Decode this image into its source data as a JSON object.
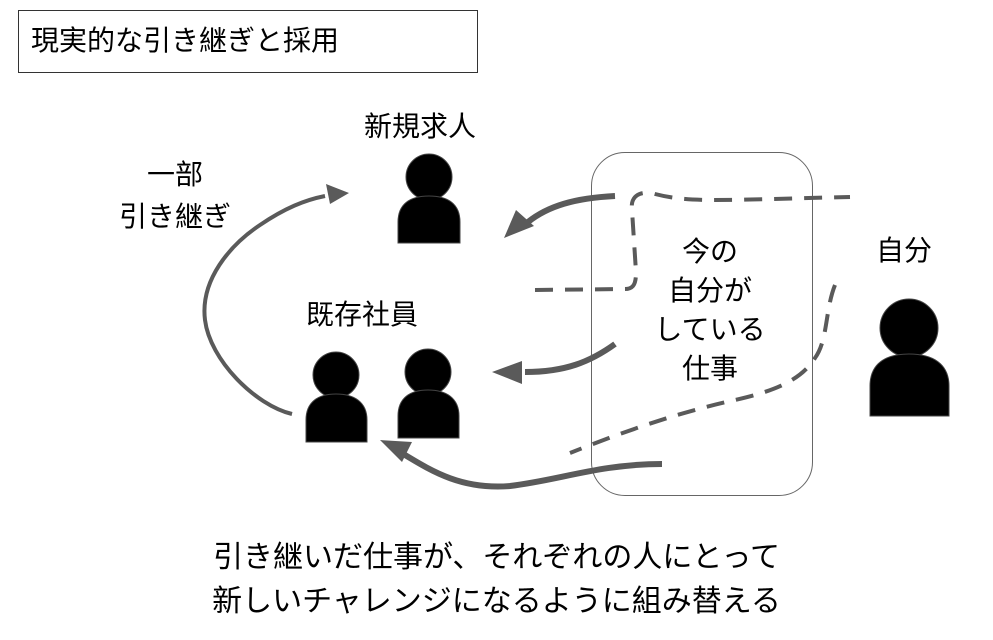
{
  "title": "現実的な引き継ぎと採用",
  "roles": {
    "new_hire": "新規求人",
    "existing_staff": "既存社員",
    "self": "自分"
  },
  "partial_handover": [
    "一部",
    "引き継ぎ"
  ],
  "current_work": [
    "今の",
    "自分が",
    "している",
    "仕事"
  ],
  "caption": [
    "引き継いだ仕事が、それぞれの人にとって",
    "新しいチャレンジになるように組み替える"
  ],
  "colors": {
    "arrow": "#5a5a5a",
    "person": "#000000",
    "box_border": "#666666"
  }
}
